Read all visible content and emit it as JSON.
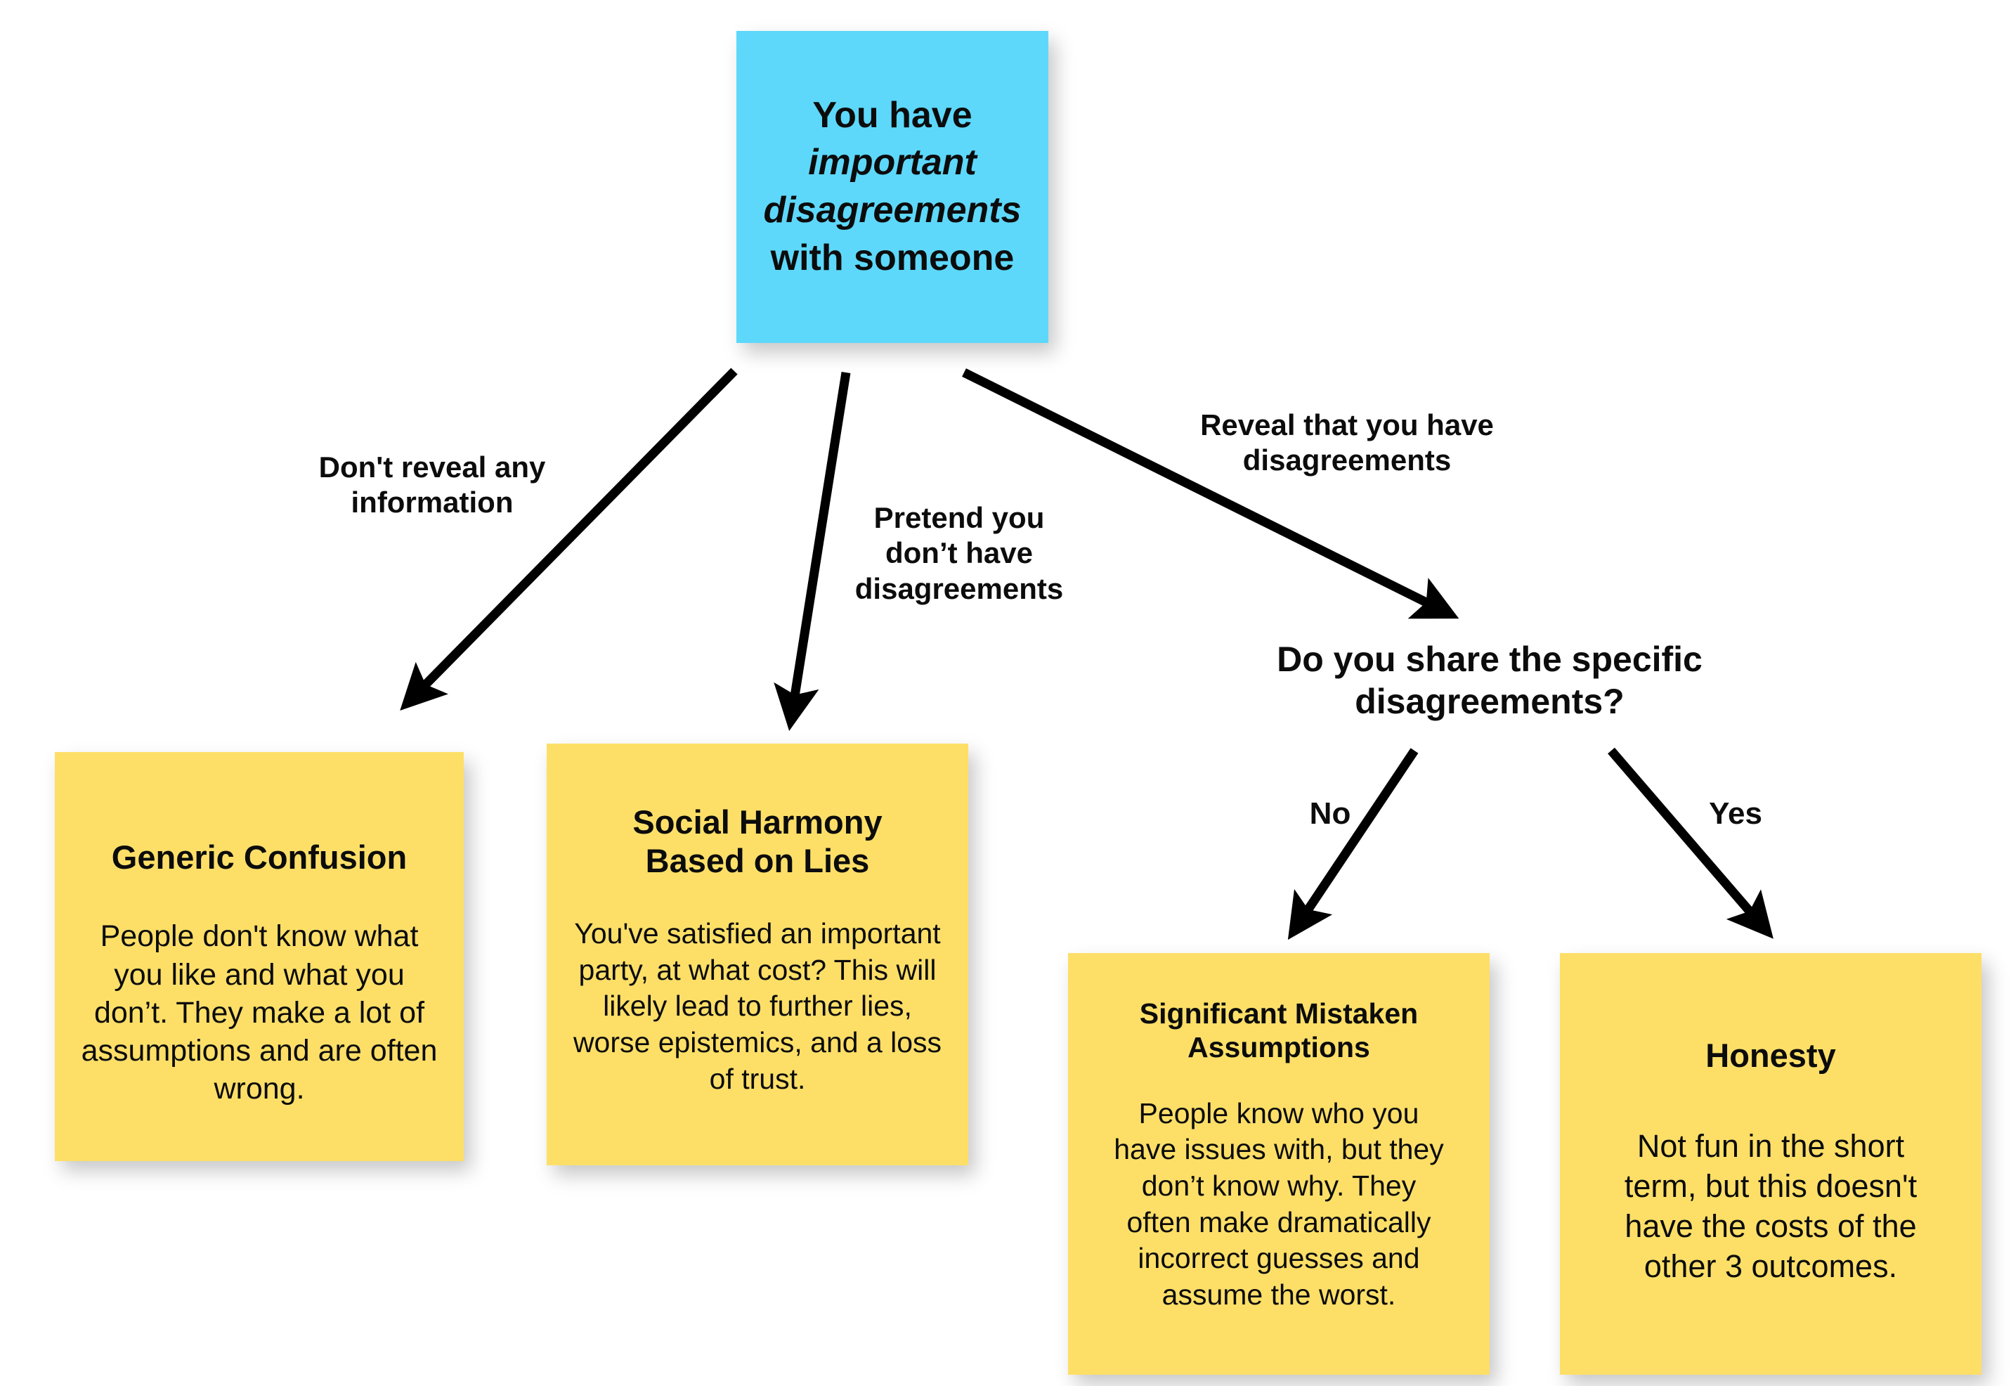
{
  "diagram": {
    "title_visible": false,
    "background_color": "#ffffff",
    "colors": {
      "root_note": "#5DD8FB",
      "outcome_note": "#FDDF68",
      "text": "#0c0c0c",
      "arrow": "#000000"
    },
    "root": {
      "line1": "You have",
      "line2": "important",
      "line3": "disagreements",
      "line4": "with someone"
    },
    "decision": {
      "question": "Do you share the specific\ndisagreements?",
      "option_no": "No",
      "option_yes": "Yes"
    },
    "edges": [
      {
        "id": "no-reveal",
        "label": "Don't reveal any\ninformation",
        "from": "root",
        "to": "generic-confusion"
      },
      {
        "id": "pretend",
        "label": "Pretend you\ndon’t have\ndisagreements",
        "from": "root",
        "to": "social-harmony"
      },
      {
        "id": "reveal",
        "label": "Reveal that you have\ndisagreements",
        "from": "root",
        "to": "decision"
      },
      {
        "id": "no",
        "label": "No",
        "from": "decision",
        "to": "significant-mistaken-assumptions"
      },
      {
        "id": "yes",
        "label": "Yes",
        "from": "decision",
        "to": "honesty"
      }
    ],
    "outcomes": [
      {
        "id": "generic-confusion",
        "title": "Generic Confusion",
        "body": "People don't know what\nyou like and what you\ndon’t. They make a lot of\nassumptions and are often\nwrong."
      },
      {
        "id": "social-harmony",
        "title": "Social Harmony\nBased on Lies",
        "body": "You've satisfied an important\nparty, at what cost? This will\nlikely lead to further lies,\nworse epistemics, and a loss\nof trust."
      },
      {
        "id": "significant-mistaken-assumptions",
        "title": "Significant Mistaken\nAssumptions",
        "body": "People know who you\nhave issues with, but they\ndon’t know why. They\noften make dramatically\nincorrect guesses and\nassume the worst."
      },
      {
        "id": "honesty",
        "title": "Honesty",
        "body": "Not fun in the short\nterm, but this doesn't\nhave the costs of the\nother 3 outcomes."
      }
    ]
  }
}
